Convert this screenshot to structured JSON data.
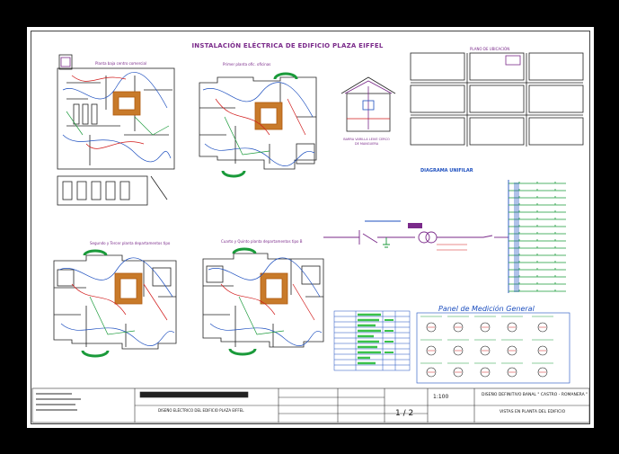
{
  "drawing": {
    "title": "INSTALACIÓN ELÉCTRICA DE EDIFICIO PLAZA EIFFEL",
    "plan_labels": [
      "Planta baja centro comercial",
      "Primer planta ofic. oficinas",
      "Segundo y Tercer planta departamentos tipo",
      "Cuarto y Quinto planta departamentos tipo B"
    ],
    "location_plan_label": "PLANO DE UBICACIÓN",
    "detail_caption": "BARRA VARILLA LEIVE CERCO DE MANGUERA",
    "single_line_title": "DIAGRAMA UNIFILAR",
    "panel_title": "Panel de Medición General"
  },
  "title_block": {
    "project": "DISEÑO ELÉCTRICO DEL EDIFICIO PLAZA EIFFEL",
    "scale": "1:100",
    "sheet": "1 / 2",
    "university": "DISEÑO DEFINITIVO BANAL \" CASTRO - ROMANERA \"",
    "sheet_title": "VISTAS EN PLANTA DEL EDIFICIO"
  },
  "colors": {
    "wire_blue": "#1d4fbf",
    "wire_red": "#d11a1a",
    "wire_green": "#1a9a3a",
    "title_purple": "#7a2a8a",
    "furniture_orange": "#c87a2a",
    "meter_green": "#3ac24a"
  }
}
